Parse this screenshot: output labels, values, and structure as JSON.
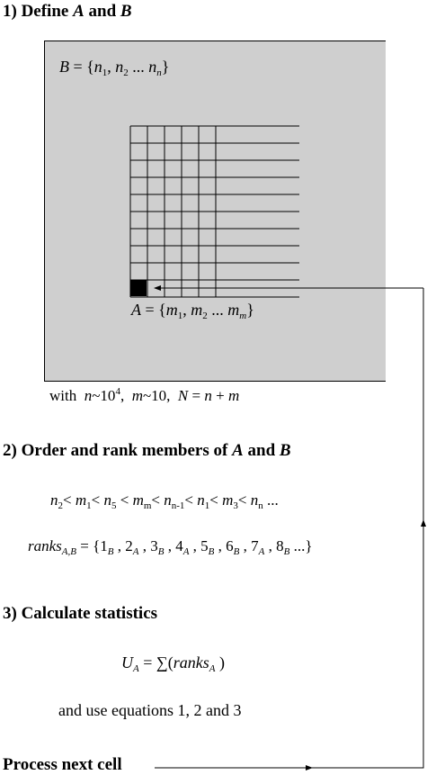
{
  "step1": {
    "title": "1) Define",
    "title_a": "A",
    "title_and": "and",
    "title_b": "B",
    "set_b_name": "B",
    "set_b_prefix": " = {",
    "set_b_n1": "n",
    "set_b_n1_sub": "1",
    "set_b_n2": "n",
    "set_b_n2_sub": "2",
    "set_b_dots": " ... ",
    "set_b_nn": "n",
    "set_b_nn_sub": "n",
    "set_b_suffix": "}",
    "set_a_name": "A",
    "set_a_prefix": " = {",
    "set_a_m1": "m",
    "set_a_m1_sub": "1",
    "set_a_m2": "m",
    "set_a_m2_sub": "2",
    "set_a_dots": " ... ",
    "set_a_mm": "m",
    "set_a_mm_sub": "m",
    "set_a_suffix": "}",
    "with_label": "with",
    "n_var": "n",
    "n_approx": "~10",
    "n_exp": "4",
    "m_var": "m",
    "m_approx": "~10,",
    "N_var": "N",
    "N_eq": " = ",
    "N_n": "n",
    "N_plus": " + ",
    "N_m": "m"
  },
  "step2": {
    "title": "2) Order and rank members of",
    "title_a": "A",
    "title_and": "and",
    "title_b": "B",
    "order_items": [
      {
        "v": "n",
        "s": "2"
      },
      {
        "op": "< "
      },
      {
        "v": "m",
        "s": "1"
      },
      {
        "op": "< "
      },
      {
        "v": "n",
        "s": "5"
      },
      {
        "op": " < "
      },
      {
        "v": "m",
        "s": "m"
      },
      {
        "op": "< "
      },
      {
        "v": "n",
        "s": "n-1"
      },
      {
        "op": "< "
      },
      {
        "v": "n",
        "s": "1"
      },
      {
        "op": "< "
      },
      {
        "v": "m",
        "s": "3"
      },
      {
        "op": "< "
      },
      {
        "v": "n",
        "s": "n"
      },
      {
        "op": " ..."
      }
    ],
    "ranks_name": "ranks",
    "ranks_sub": "A,B",
    "ranks_prefix": " = {",
    "ranks_items": [
      {
        "n": "1",
        "s": "B"
      },
      {
        "n": "2",
        "s": "A"
      },
      {
        "n": "3",
        "s": "B"
      },
      {
        "n": "4",
        "s": "A"
      },
      {
        "n": "5",
        "s": "B"
      },
      {
        "n": "6",
        "s": "B"
      },
      {
        "n": "7",
        "s": "A"
      },
      {
        "n": "8",
        "s": "B"
      }
    ],
    "ranks_suffix": " ...}"
  },
  "step3": {
    "title": "3) Calculate statistics",
    "u_name": "U",
    "u_sub": "A",
    "u_eq": " =  ∑(",
    "u_ranks": "ranks",
    "u_ranks_sub": "A",
    "u_close": " )",
    "equations_text": "and use equations 1, 2 and 3"
  },
  "footer": {
    "next_label": "Process next cell"
  },
  "grid": {
    "rows": 10,
    "highlight_cell": "bottom-left"
  }
}
